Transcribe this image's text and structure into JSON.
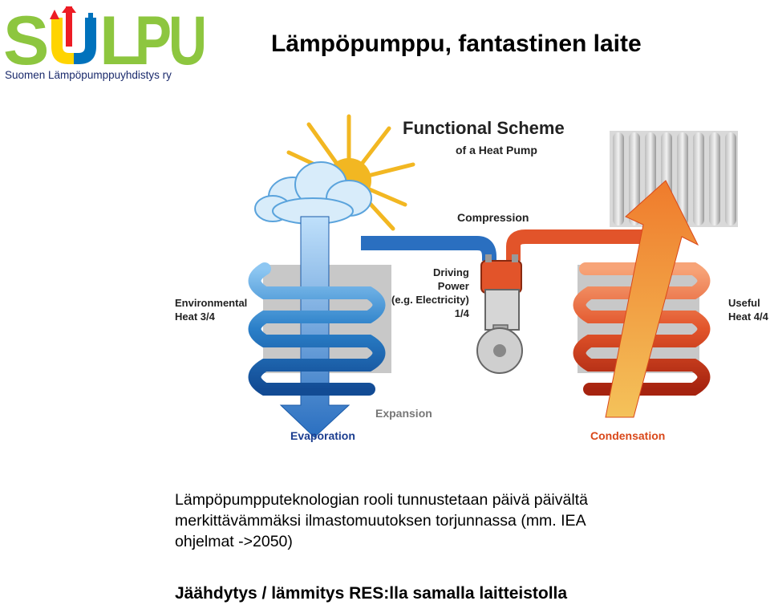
{
  "logo": {
    "letters": [
      "S",
      "U",
      "L",
      "P",
      "U"
    ],
    "tagline": "Suomen Lämpöpumppuyhdistys ry",
    "colors": {
      "green": "#8dc63f",
      "blue": "#0072bc",
      "red": "#ed1c24",
      "yellow": "#ffd400",
      "dark": "#1a2a6c"
    }
  },
  "title": "Lämpöpumppu, fantastinen  laite",
  "scheme": {
    "title": "Functional Scheme",
    "subtitle": "of a Heat Pump",
    "compression": "Compression",
    "driving_power": [
      "Driving",
      "Power",
      "(e.g. Electricity)",
      "1/4"
    ],
    "environmental_heat": [
      "Environmental",
      "Heat 3/4"
    ],
    "useful_heat": [
      "Useful",
      "Heat 4/4"
    ],
    "expansion": "Expansion",
    "evaporation": "Evaporation",
    "condensation": "Condensation",
    "colors": {
      "cold": "#2a7fc8",
      "hot": "#e2542a",
      "sun": "#f2b722"
    }
  },
  "body_lines": [
    "Lämpöpumpputeknologian rooli tunnustetaan päivä päivältä",
    "merkittävämmäksi ilmastomuutoksen torjunnassa (mm. IEA",
    "ohjelmat ->2050)"
  ],
  "footer": "Jäähdytys  / lämmitys RES:lla  samalla laitteistolla"
}
